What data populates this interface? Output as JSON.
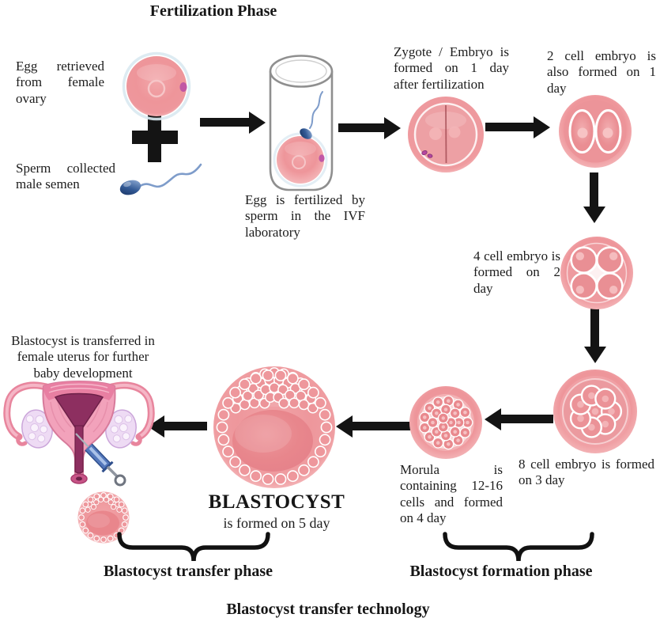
{
  "titles": {
    "top": "Fertilization Phase",
    "bottom": "Blastocyst transfer technology"
  },
  "steps": {
    "egg": "Egg retrieved from female ovary",
    "sperm": "Sperm collected male semen",
    "ivf": "Egg is fertilized by sperm in the IVF laboratory",
    "zygote": "Zygote / Embryo is formed on 1 day after fertilization",
    "two_cell": "2 cell embryo is also formed on 1 day",
    "four_cell": "4 cell embryo is formed on 2 day",
    "eight_cell": "8 cell embryo is formed on 3 day",
    "morula": "Morula is containing 12-16 cells and formed on 4 day",
    "blastocyst_name": "BLASTOCYST",
    "blastocyst_day": "is formed on 5 day",
    "transfer": "Blastocyst is transferred in female uterus for further baby development"
  },
  "phases": {
    "transfer": "Blastocyst transfer phase",
    "formation": "Blastocyst formation phase"
  },
  "colors": {
    "embryo_pink": "#ee979c",
    "embryo_light": "#f6c0c2",
    "cavity_pink": "#e8868c",
    "arrow_black": "#141414",
    "sperm_blue": "#335a96",
    "uterus_pink": "#f2a2bb",
    "uterus_cavity": "#8d2f60",
    "polar_body_magenta": "#bb4fa5",
    "tube_gray": "#8f8f8f"
  }
}
